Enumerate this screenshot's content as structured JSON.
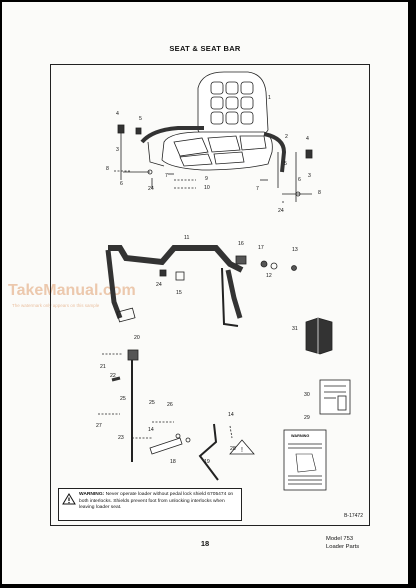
{
  "page_title": "SEAT & SEAT BAR",
  "callouts": {
    "c1": "1",
    "c2": "2",
    "c3": "3",
    "c4": "4",
    "c5": "5",
    "c6": "6",
    "c7": "7",
    "c8": "8",
    "c9": "9",
    "c10": "10",
    "c11": "11",
    "c12": "12",
    "c13": "13",
    "c14": "14",
    "c15": "15",
    "c16": "16",
    "c17": "17",
    "c18": "18",
    "c19": "19",
    "c20": "20",
    "c21": "21",
    "c22": "22",
    "c23": "23",
    "c24": "24",
    "c25": "25",
    "c26": "26",
    "c27": "27",
    "c28": "28",
    "c29": "29",
    "c30": "30",
    "c31": "31"
  },
  "warning": {
    "label": "WARNING:",
    "text": "Never operate loader without pedal lock shield 6705474 on both interlocks. Shields prevent foot from unlocking interlocks when leaving loader seat."
  },
  "figure_number": "B-17472",
  "page_number": "18",
  "model": "Model 753",
  "section": "Loader Parts",
  "watermark": {
    "brand": "TakeManual.com",
    "note": "The watermark only appears on this sample"
  },
  "decal_text": "WARNING"
}
